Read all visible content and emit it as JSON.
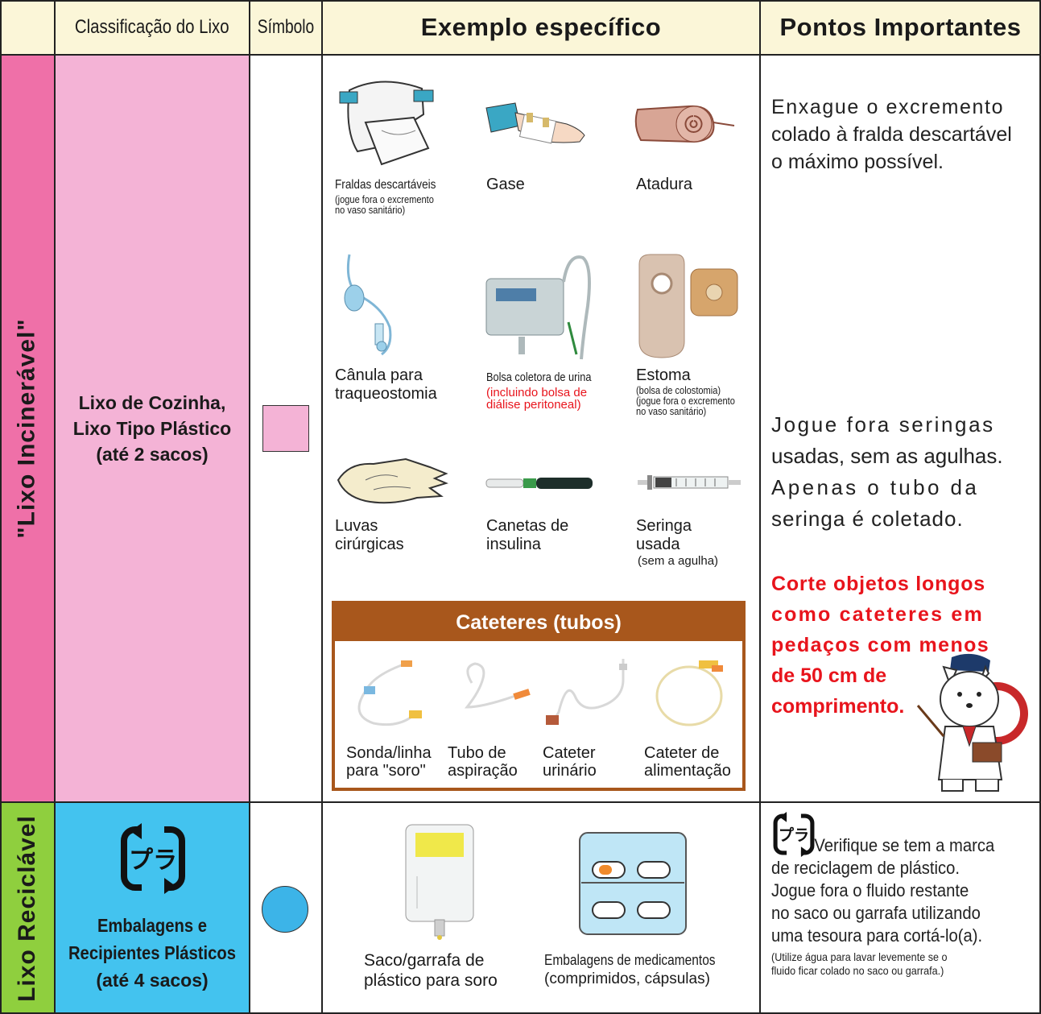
{
  "header": {
    "classification": "Classificação do Lixo",
    "symbol": "Símbolo",
    "example": "Exemplo específico",
    "points": "Pontos Importantes"
  },
  "incinerable": {
    "category": "\"Lixo Incinerável\"",
    "classification": [
      "Lixo de Cozinha,",
      "Lixo Tipo Plástico",
      "(até 2 sacos)"
    ],
    "symbol_color": "#f4b3d6",
    "items": {
      "fraldas": {
        "name": "Fraldas descartáveis",
        "note": [
          "(jogue fora o excremento",
          "no vaso sanitário)"
        ]
      },
      "gase": {
        "name": "Gase"
      },
      "atadura": {
        "name": "Atadura"
      },
      "canula": {
        "name": [
          "Cânula para",
          "traqueostomia"
        ]
      },
      "bolsa": {
        "name": "Bolsa coletora de urina",
        "note": [
          "(incluindo bolsa de",
          "diálise peritoneal)"
        ]
      },
      "estoma": {
        "name": "Estoma",
        "note": [
          "(bolsa de colostomia)",
          "(jogue fora o excremento",
          "no vaso sanitário)"
        ]
      },
      "luvas": {
        "name": [
          "Luvas",
          "cirúrgicas"
        ]
      },
      "canetas": {
        "name": [
          "Canetas de",
          "insulina"
        ]
      },
      "seringa": {
        "name": [
          "Seringa",
          "usada"
        ],
        "note": "(sem a agulha)"
      }
    },
    "catheters": {
      "title": "Cateteres (tubos)",
      "items": [
        [
          "Sonda/linha",
          "para \"soro\""
        ],
        [
          "Tubo de",
          "aspiração"
        ],
        [
          "Cateter",
          "urinário"
        ],
        [
          "Cateter de",
          "alimentação"
        ]
      ]
    },
    "points": {
      "p1": [
        "Enxague o excremento",
        "colado à fralda descartável",
        "o máximo possível."
      ],
      "p2": [
        "Jogue fora seringas",
        "usadas, sem as agulhas.",
        "Apenas o tubo da",
        "seringa é coletado."
      ],
      "p3": [
        "Corte objetos longos",
        "como cateteres em",
        "pedaços com menos",
        "de 50 cm de",
        "comprimento."
      ]
    }
  },
  "recyclable": {
    "category": "Lixo Reciclável",
    "classification": [
      "Embalagens e",
      "Recipientes Plásticos",
      "(até 4 sacos)"
    ],
    "mark_text": "プラ",
    "symbol_color": "#3cb4e8",
    "items": {
      "saco": {
        "name": [
          "Saco/garrafa de",
          "plástico para soro"
        ]
      },
      "embalagens": {
        "name": [
          "Embalagens de medicamentos",
          "(comprimidos, cápsulas)"
        ]
      }
    },
    "points": {
      "p1": [
        "Verifique se tem a marca",
        "de reciclagem de plástico.",
        "Jogue fora o fluido restante",
        "no saco ou garrafa utilizando",
        "uma tesoura para cortá-lo(a)."
      ],
      "small": [
        "(Utilize água para lavar levemente se o",
        "fluido ficar colado no saco ou garrafa.)"
      ]
    }
  },
  "colors": {
    "header_bg": "#fbf6d8",
    "incinerable_dark": "#ef70a8",
    "incinerable_light": "#f4b3d6",
    "recyclable_dark": "#8fcf3e",
    "recyclable_light": "#43c3ef",
    "catheter_brown": "#a8571c",
    "warning_red": "#e8141c"
  }
}
